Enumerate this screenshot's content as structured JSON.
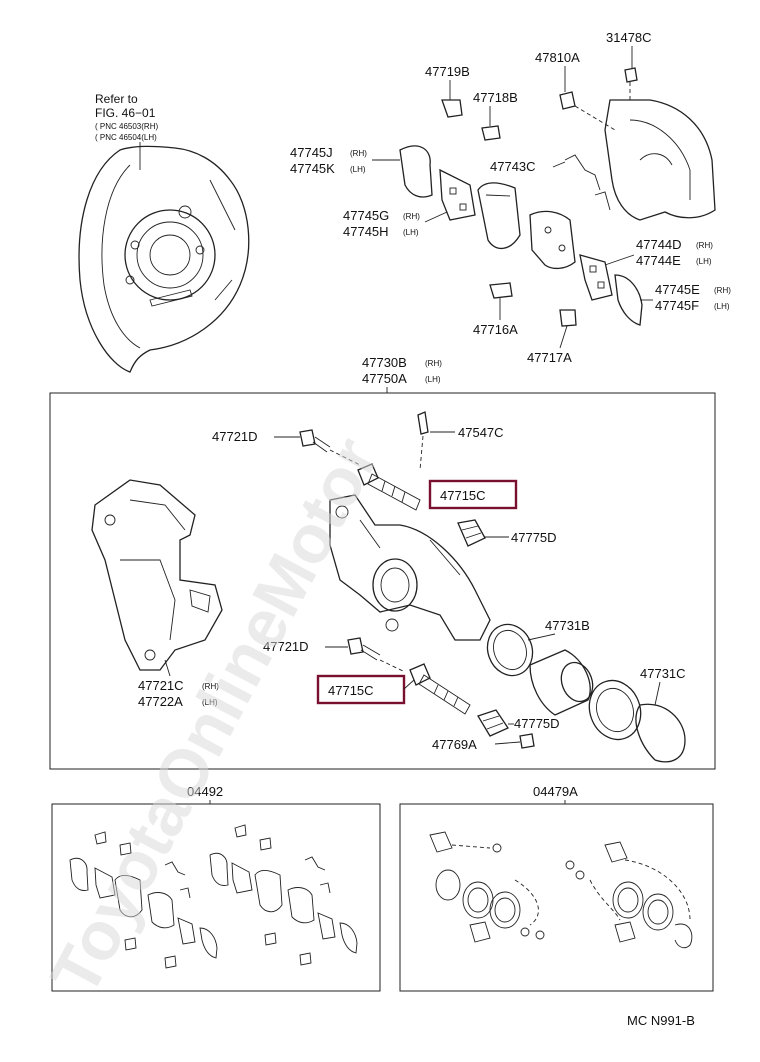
{
  "reference": {
    "line1": "Refer to",
    "line2": "FIG. 46−01",
    "line3": "( PNC 46503(RH)",
    "line4": "( PNC 46504(LH)"
  },
  "labels": {
    "p31478C": "31478C",
    "p47810A": "47810A",
    "p47719B": "47719B",
    "p47718B": "47718B",
    "p47745J": "47745J",
    "p47745K": "47745K",
    "p47743C": "47743C",
    "p47745G": "47745G",
    "p47745H": "47745H",
    "p47744D": "47744D",
    "p47744E": "47744E",
    "p47745E": "47745E",
    "p47745F": "47745F",
    "p47716A": "47716A",
    "p47717A": "47717A",
    "p47730B": "47730B",
    "p47750A": "47750A",
    "p47721D_top": "47721D",
    "p47547C": "47547C",
    "p47715C_top": "47715C",
    "p47775D_top": "47775D",
    "p47731B": "47731B",
    "p47721C": "47721C",
    "p47722A": "47722A",
    "p47721D_mid": "47721D",
    "p47715C_bot": "47715C",
    "p47731C": "47731C",
    "p47775D_bot": "47775D",
    "p47769A": "47769A",
    "p04492": "04492",
    "p04479A": "04479A"
  },
  "side": {
    "rh": "(RH)",
    "lh": "(LH)"
  },
  "watermark": "ToyotaOnlineMotor",
  "footer": {
    "code": "MC  N991-B"
  },
  "colors": {
    "highlight": "#7a1030",
    "line": "#222222",
    "watermark": "#d8d8d8"
  }
}
